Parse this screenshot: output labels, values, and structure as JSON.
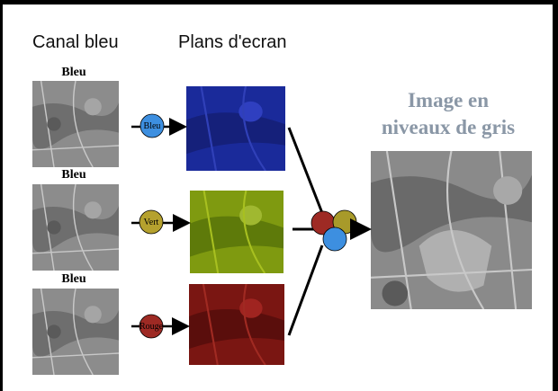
{
  "headers": {
    "source": "Canal bleu",
    "planes": "Plans d'ecran"
  },
  "source_labels": [
    "Bleu",
    "Bleu",
    "Bleu"
  ],
  "channel_circles": [
    {
      "label": "Bleu",
      "color": "#3d8fe0"
    },
    {
      "label": "Vert",
      "color": "#b5a12e"
    },
    {
      "label": "Rouge",
      "color": "#9e2a24"
    }
  ],
  "result": {
    "title_line1": "Image en",
    "title_line2": "niveaux de gris"
  },
  "colors": {
    "blue_plane": "#1a2a9a",
    "green_plane": "#7f9a10",
    "red_plane": "#7a1612",
    "gray_image": "#8a8a8a",
    "title_gray": "#8a97a6",
    "merge_red": "#9e2a24",
    "merge_olive": "#a89a2a",
    "merge_blue": "#3d8fe0"
  }
}
